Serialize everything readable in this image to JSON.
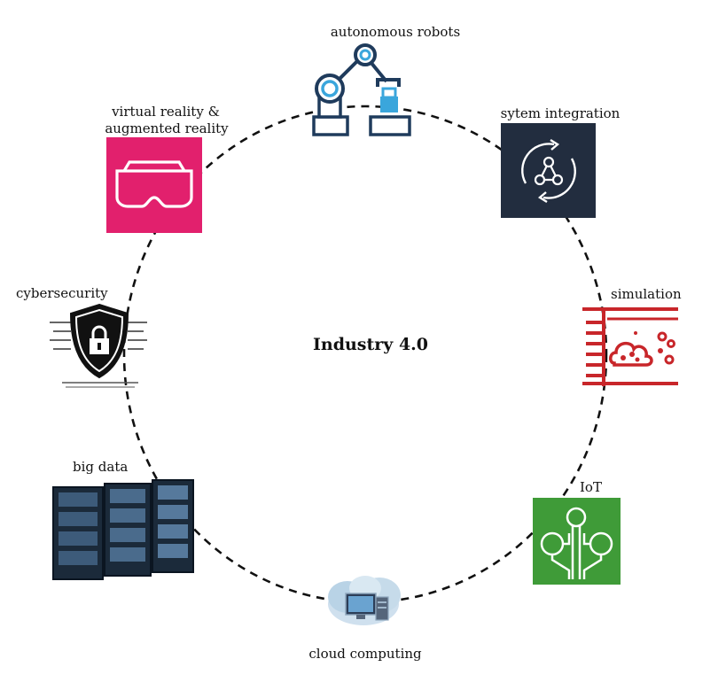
{
  "diagram": {
    "center_title": "Industry 4.0",
    "nodes": [
      {
        "id": "autonomous-robots",
        "label": "autonomous robots",
        "icon": "robot-arm-icon"
      },
      {
        "id": "system-integration",
        "label": "sytem integration",
        "icon": "integration-cycle-icon"
      },
      {
        "id": "simulation",
        "label": "simulation",
        "icon": "simulation-dashboard-icon"
      },
      {
        "id": "iot",
        "label": "IoT",
        "icon": "iot-circuit-icon"
      },
      {
        "id": "cloud-computing",
        "label": "cloud computing",
        "icon": "cloud-computer-icon"
      },
      {
        "id": "big-data",
        "label": "big data",
        "icon": "server-rack-icon"
      },
      {
        "id": "cybersecurity",
        "label": "cybersecurity",
        "icon": "shield-lock-icon"
      },
      {
        "id": "vr-ar",
        "label_lines": [
          "virtual reality &",
          "augmented reality"
        ],
        "icon": "vr-headset-icon"
      }
    ],
    "colors": {
      "robot": "#1f3b5c",
      "robot_accent": "#3aa6dc",
      "integration_bg": "#222d3f",
      "simulation": "#c8262a",
      "iot_bg": "#3f9b38",
      "vr_bg": "#e2206d",
      "shield": "#111111",
      "server": "#1b2a3a",
      "cloud": "#b9d3e6"
    }
  }
}
